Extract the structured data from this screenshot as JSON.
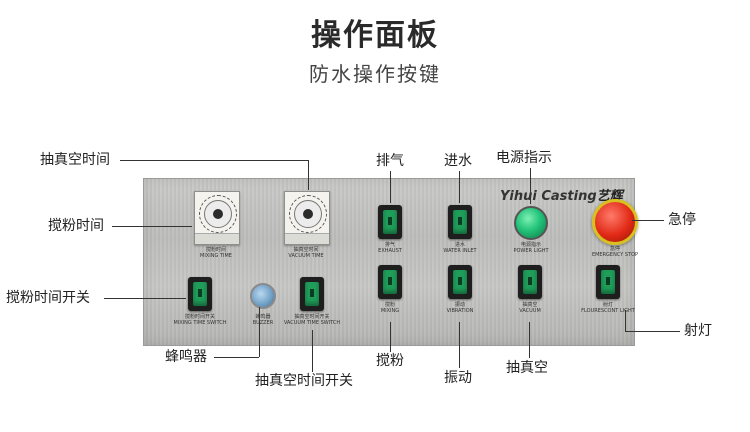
{
  "heading": {
    "title": "操作面板",
    "subtitle": "防水操作按键"
  },
  "brand": {
    "latin": "Yihui Casting",
    "chinese": "艺辉"
  },
  "panel_labels": {
    "mixing_time": [
      "搅粉时间",
      "MIXING TIME"
    ],
    "vacuum_time": [
      "抽真空时间",
      "VACUUM TIME"
    ],
    "exhaust": [
      "排气",
      "EXHAUST"
    ],
    "water_inlet": [
      "进水",
      "WATER INLET"
    ],
    "power_light": [
      "电源指示",
      "POWER LIGHT"
    ],
    "emergency_stop": [
      "急停",
      "EMERGENCY STOP"
    ],
    "mixing_time_switch": [
      "搅粉时间开关",
      "MIXING TIME SWITCH"
    ],
    "buzzer": [
      "蜂鸣器",
      "BUZZER"
    ],
    "vacuum_time_switch": [
      "抽真空时间开关",
      "VACUUM TIME SWITCH"
    ],
    "mixing": [
      "搅粉",
      "MIXING"
    ],
    "vibration": [
      "振动",
      "VIBRATION"
    ],
    "vacuum": [
      "抽真空",
      "VACUUM"
    ],
    "flourescent_light": [
      "射灯",
      "FLOURESCONT LIGHT"
    ]
  },
  "callouts": {
    "vacuum_time": "抽真空时间",
    "mixing_time": "搅粉时间",
    "mixing_time_switch": "搅粉时间开关",
    "buzzer": "蜂鸣器",
    "vacuum_time_switch": "抽真空时间开关",
    "exhaust": "排气",
    "water_inlet": "进水",
    "power_light": "电源指示",
    "emergency_stop": "急停",
    "mixing": "搅粉",
    "vibration": "振动",
    "vacuum": "抽真空",
    "flourescent_light": "射灯"
  },
  "colors": {
    "panel": "#c4c4c2",
    "switch_green": "#1f9e5a",
    "estop_red": "#e12a16",
    "estop_ring": "#d8c020"
  }
}
